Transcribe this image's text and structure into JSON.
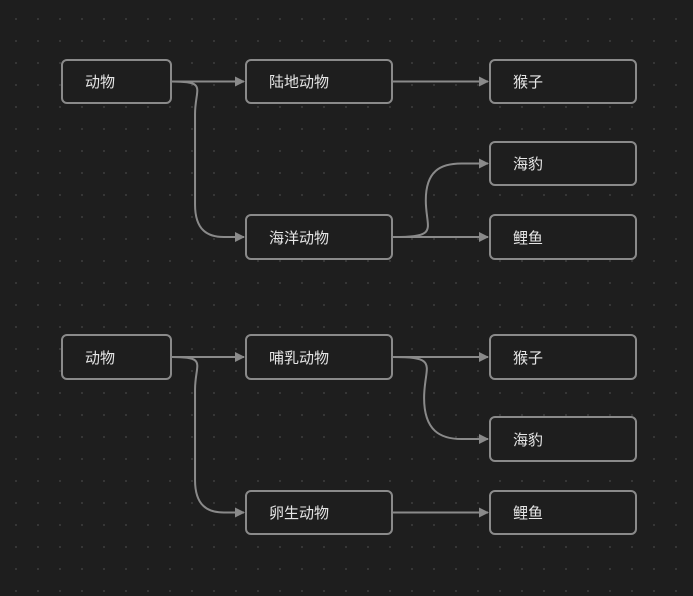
{
  "diagram": {
    "edge_color": "#8a8a8a",
    "node_border_color": "#8a8a8a",
    "text_color": "#e6e6e6",
    "trees": [
      {
        "nodes": [
          {
            "id": "t1-root",
            "label": "动物"
          },
          {
            "id": "t1-land",
            "label": "陆地动物"
          },
          {
            "id": "t1-sea",
            "label": "海洋动物"
          },
          {
            "id": "t1-monkey",
            "label": "猴子"
          },
          {
            "id": "t1-seal",
            "label": "海豹"
          },
          {
            "id": "t1-carp",
            "label": "鲤鱼"
          }
        ],
        "edges": [
          {
            "from": "t1-root",
            "to": "t1-land"
          },
          {
            "from": "t1-root",
            "to": "t1-sea"
          },
          {
            "from": "t1-land",
            "to": "t1-monkey"
          },
          {
            "from": "t1-sea",
            "to": "t1-seal"
          },
          {
            "from": "t1-sea",
            "to": "t1-carp"
          }
        ]
      },
      {
        "nodes": [
          {
            "id": "t2-root",
            "label": "动物"
          },
          {
            "id": "t2-mammal",
            "label": "哺乳动物"
          },
          {
            "id": "t2-ovip",
            "label": "卵生动物"
          },
          {
            "id": "t2-monkey",
            "label": "猴子"
          },
          {
            "id": "t2-seal",
            "label": "海豹"
          },
          {
            "id": "t2-carp",
            "label": "鲤鱼"
          }
        ],
        "edges": [
          {
            "from": "t2-root",
            "to": "t2-mammal"
          },
          {
            "from": "t2-root",
            "to": "t2-ovip"
          },
          {
            "from": "t2-mammal",
            "to": "t2-monkey"
          },
          {
            "from": "t2-mammal",
            "to": "t2-seal"
          },
          {
            "from": "t2-ovip",
            "to": "t2-carp"
          }
        ]
      }
    ]
  }
}
